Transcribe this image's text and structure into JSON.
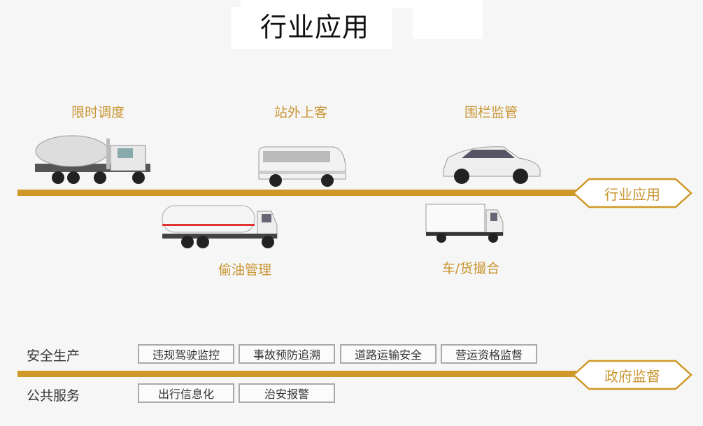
{
  "title": "行业应用",
  "colors": {
    "accent": "#cf9828",
    "label": "#c99530"
  },
  "industry": {
    "badge": "行业应用",
    "applications": [
      {
        "label": "限时调度",
        "vehicle": "cement-mixer-truck"
      },
      {
        "label": "站外上客",
        "vehicle": "van"
      },
      {
        "label": "围栏监管",
        "vehicle": "suv"
      },
      {
        "label": "偷油管理",
        "vehicle": "tanker-truck"
      },
      {
        "label": "车/货撮合",
        "vehicle": "box-truck"
      }
    ]
  },
  "government": {
    "badge": "政府监督",
    "categories": [
      {
        "label": "安全生产",
        "items": [
          "违规驾驶监控",
          "事故预防追溯",
          "道路运输安全",
          "营运资格监督"
        ]
      },
      {
        "label": "公共服务",
        "items": [
          "出行信息化",
          "治安报警"
        ]
      }
    ]
  }
}
